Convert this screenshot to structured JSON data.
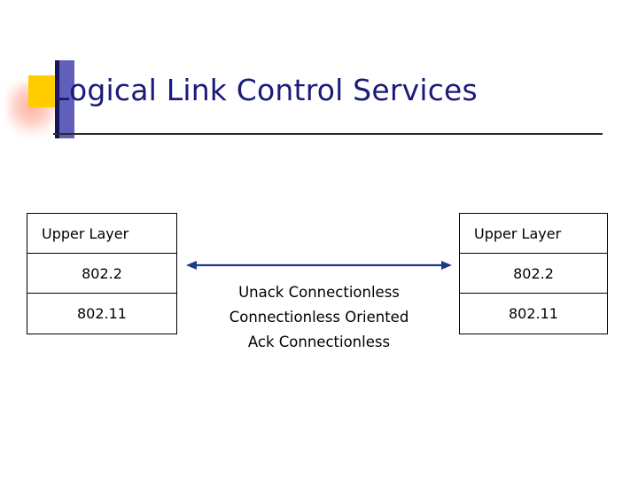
{
  "slide": {
    "title": "Logical Link Control Services",
    "title_color": "#1a1a7a"
  },
  "diagram": {
    "left_stack": {
      "name": "left-protocol-stack",
      "cells": [
        {
          "label": "Upper Layer",
          "align": "left"
        },
        {
          "label": "802.2",
          "align": "center"
        },
        {
          "label": "802.11",
          "align": "center"
        }
      ]
    },
    "right_stack": {
      "name": "right-protocol-stack",
      "cells": [
        {
          "label": "Upper Layer",
          "align": "left"
        },
        {
          "label": "802.2",
          "align": "center"
        },
        {
          "label": "802.11",
          "align": "center"
        }
      ]
    },
    "connector": {
      "icon": "double-headed-arrow-icon",
      "color": "#1a3a8a"
    },
    "service_lines": [
      "Unack Connectionless",
      "Connectionless Oriented",
      "Ack Connectionless"
    ]
  }
}
